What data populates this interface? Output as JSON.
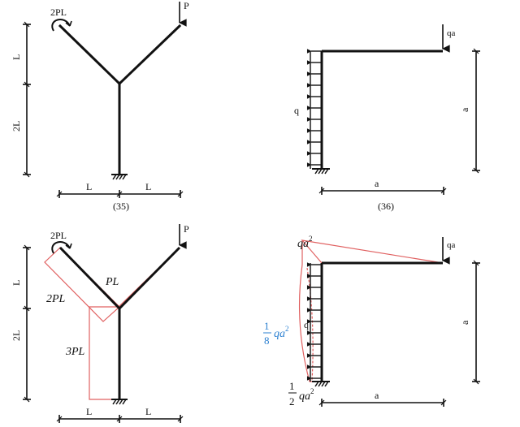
{
  "diagram35": {
    "caption": "(35)",
    "moment_load": "2PL",
    "point_load": "P",
    "dim_upper": "L",
    "dim_lower": "2L",
    "dim_left": "L",
    "dim_right": "L"
  },
  "diagram36": {
    "caption": "(36)",
    "point_load": "qa",
    "dist_load": "q",
    "dim_height": "a",
    "dim_width": "a"
  },
  "moment35": {
    "moment_load": "2PL",
    "point_load": "P",
    "dim_upper": "L",
    "dim_lower": "2L",
    "dim_left": "L",
    "dim_right": "L",
    "value_right_arm": "PL",
    "value_left_arm": "2PL",
    "value_column": "3PL"
  },
  "moment36": {
    "point_load": "qa",
    "dist_load": "q",
    "dim_height": "a",
    "dim_width": "a",
    "value_top": {
      "base": "qa",
      "exp": "2"
    },
    "value_mid": {
      "num": "1",
      "den": "8",
      "base": "qa",
      "exp": "2"
    },
    "value_bottom": {
      "num": "1",
      "den": "2",
      "base": "qa",
      "exp": "2"
    }
  },
  "colors": {
    "structure": "#111111",
    "moment_diagram": "#e06060",
    "highlight_text": "#2a7fd0"
  }
}
